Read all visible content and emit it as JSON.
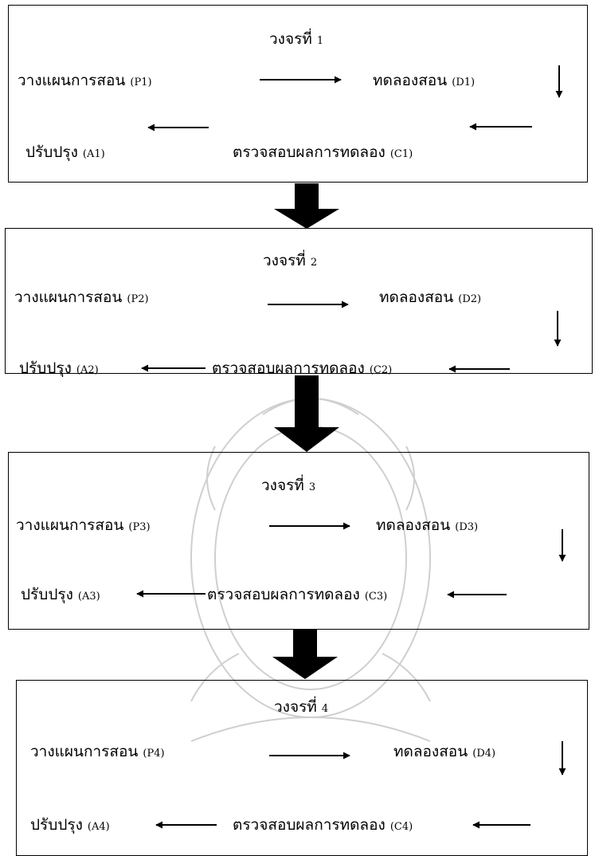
{
  "cycles": [
    {
      "title_main": "วงจรที่",
      "title_num": "1",
      "plan": "วางแผนการสอน",
      "plan_code": "(P1)",
      "do": "ทดลองสอน",
      "do_code": "(D1)",
      "check": "ตรวจสอบผลการทดลอง",
      "check_code": "(C1)",
      "act": "ปรับปรุง",
      "act_code": "(A1)"
    },
    {
      "title_main": "วงจรที่",
      "title_num": "2",
      "plan": "วางแผนการสอน",
      "plan_code": "(P2)",
      "do": "ทดลองสอน",
      "do_code": "(D2)",
      "check": "ตรวจสอบผลการทดลอง",
      "check_code": "(C2)",
      "act": "ปรับปรุง",
      "act_code": "(A2)"
    },
    {
      "title_main": "วงจรที่",
      "title_num": "3",
      "plan": "วางแผนการสอน",
      "plan_code": "(P3)",
      "do": "ทดลองสอน",
      "do_code": "(D3)",
      "check": "ตรวจสอบผลการทดลอง",
      "check_code": "(C3)",
      "act": "ปรับปรุง",
      "act_code": "(A3)"
    },
    {
      "title_main": "วงจรที่",
      "title_num": "4",
      "plan": "วางแผนการสอน",
      "plan_code": "(P4)",
      "do": "ทดลองสอน",
      "do_code": "(D4)",
      "check": "ตรวจสอบผลการทดลอง",
      "check_code": "(C4)",
      "act": "ปรับปรุง",
      "act_code": "(A4)"
    }
  ],
  "colors": {
    "line": "#000000",
    "watermark": "#c8c8c8"
  }
}
